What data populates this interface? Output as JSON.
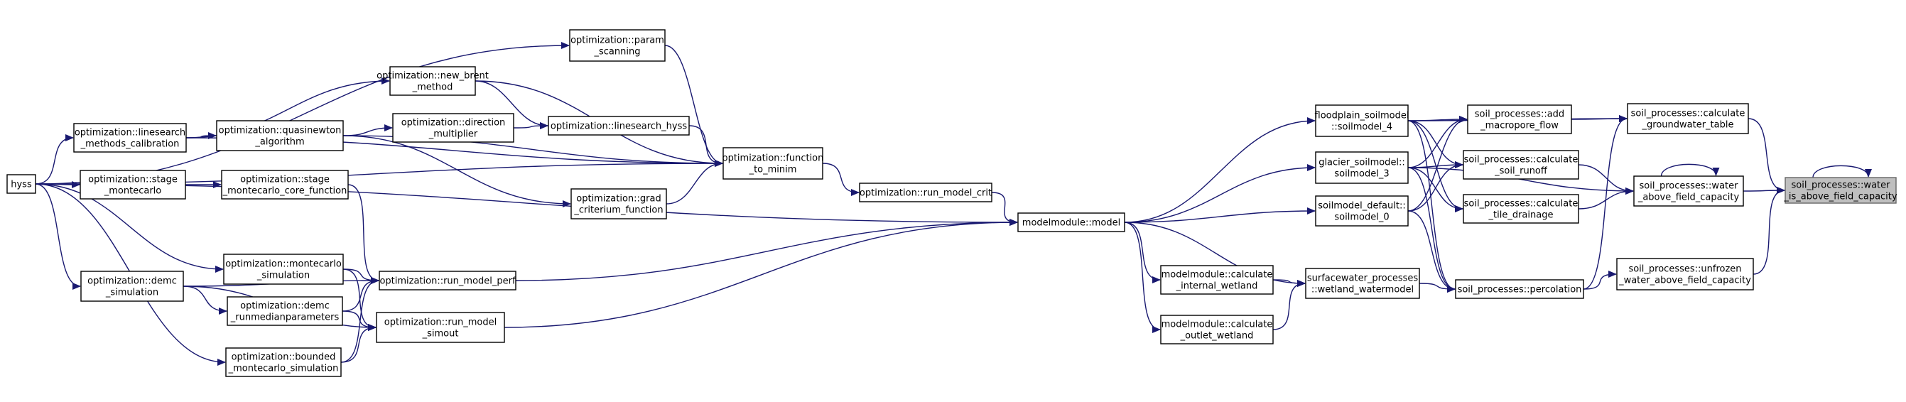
{
  "diagram": {
    "type": "call-graph",
    "nodes": [
      {
        "id": "water",
        "lines": [
          "soil_processes::water",
          "_is_above_field_capacity"
        ],
        "focus": true
      },
      {
        "id": "hyss",
        "lines": [
          "hyss"
        ]
      },
      {
        "id": "param",
        "lines": [
          "optimization::param",
          "_scanning"
        ]
      },
      {
        "id": "linesearch_cal",
        "lines": [
          "optimization::linesearch",
          "_methods_calibration"
        ]
      },
      {
        "id": "new_brent",
        "lines": [
          "optimization::new_brent",
          "_method"
        ]
      },
      {
        "id": "quasinewton",
        "lines": [
          "optimization::quasinewton",
          "_algorithm"
        ]
      },
      {
        "id": "direction",
        "lines": [
          "optimization::direction",
          "_multiplier"
        ]
      },
      {
        "id": "ls_hyss",
        "lines": [
          "optimization::linesearch_hyss"
        ]
      },
      {
        "id": "stage_mc",
        "lines": [
          "optimization::stage",
          "_montecarlo"
        ]
      },
      {
        "id": "stage_mc_core",
        "lines": [
          "optimization::stage",
          "_montecarlo_core_function"
        ]
      },
      {
        "id": "function_to_minim",
        "lines": [
          "optimization::function",
          "_to_minim"
        ]
      },
      {
        "id": "grad",
        "lines": [
          "optimization::grad",
          "_criterium_function"
        ]
      },
      {
        "id": "run_model_crit",
        "lines": [
          "optimization::run_model_crit"
        ]
      },
      {
        "id": "montecarlo_sim",
        "lines": [
          "optimization::montecarlo",
          "_simulation"
        ]
      },
      {
        "id": "demc_sim",
        "lines": [
          "optimization::demc",
          "_simulation"
        ]
      },
      {
        "id": "run_model_perf",
        "lines": [
          "optimization::run_model_perf"
        ]
      },
      {
        "id": "demc_runmedian",
        "lines": [
          "optimization::demc",
          "_runmedianparameters"
        ]
      },
      {
        "id": "run_model_simout",
        "lines": [
          "optimization::run_model",
          "_simout"
        ]
      },
      {
        "id": "bounded_mc",
        "lines": [
          "optimization::bounded",
          "_montecarlo_simulation"
        ]
      },
      {
        "id": "model",
        "lines": [
          "modelmodule::model"
        ]
      },
      {
        "id": "calc_internal",
        "lines": [
          "modelmodule::calculate",
          "_internal_wetland"
        ]
      },
      {
        "id": "calc_outlet",
        "lines": [
          "modelmodule::calculate",
          "_outlet_wetland"
        ]
      },
      {
        "id": "floodplain",
        "lines": [
          "floodplain_soilmodel",
          "::soilmodel_4"
        ]
      },
      {
        "id": "glacier",
        "lines": [
          "glacier_soilmodel::",
          "soilmodel_3"
        ]
      },
      {
        "id": "default",
        "lines": [
          "soilmodel_default::",
          "soilmodel_0"
        ]
      },
      {
        "id": "surfacewater",
        "lines": [
          "surfacewater_processes",
          "::wetland_watermodel"
        ]
      },
      {
        "id": "add_macropore",
        "lines": [
          "soil_processes::add",
          "_macropore_flow"
        ]
      },
      {
        "id": "calc_soil_runoff",
        "lines": [
          "soil_processes::calculate",
          "_soil_runoff"
        ]
      },
      {
        "id": "calc_tile",
        "lines": [
          "soil_processes::calculate",
          "_tile_drainage"
        ]
      },
      {
        "id": "percolation",
        "lines": [
          "soil_processes::percolation"
        ]
      },
      {
        "id": "calc_gw",
        "lines": [
          "soil_processes::calculate",
          "_groundwater_table"
        ]
      },
      {
        "id": "water_above",
        "lines": [
          "soil_processes::water",
          "_above_field_capacity"
        ]
      },
      {
        "id": "unfrozen",
        "lines": [
          "soil_processes::unfrozen",
          "_water_above_field_capacity"
        ]
      }
    ],
    "edges": [
      [
        "calc_gw",
        "water"
      ],
      [
        "water_above",
        "water"
      ],
      [
        "unfrozen",
        "water"
      ],
      [
        "water",
        "water"
      ],
      [
        "floodplain",
        "calc_gw"
      ],
      [
        "add_macropore",
        "calc_gw"
      ],
      [
        "percolation",
        "calc_gw"
      ],
      [
        "glacier",
        "water_above"
      ],
      [
        "calc_soil_runoff",
        "water_above"
      ],
      [
        "calc_tile",
        "water_above"
      ],
      [
        "water_above",
        "water_above"
      ],
      [
        "percolation",
        "unfrozen"
      ],
      [
        "floodplain",
        "add_macropore"
      ],
      [
        "glacier",
        "add_macropore"
      ],
      [
        "default",
        "add_macropore"
      ],
      [
        "floodplain",
        "calc_soil_runoff"
      ],
      [
        "glacier",
        "calc_soil_runoff"
      ],
      [
        "default",
        "calc_soil_runoff"
      ],
      [
        "floodplain",
        "calc_tile"
      ],
      [
        "glacier",
        "calc_tile"
      ],
      [
        "floodplain",
        "percolation"
      ],
      [
        "glacier",
        "percolation"
      ],
      [
        "default",
        "percolation"
      ],
      [
        "surfacewater",
        "percolation"
      ],
      [
        "model",
        "floodplain"
      ],
      [
        "model",
        "glacier"
      ],
      [
        "model",
        "default"
      ],
      [
        "model",
        "surfacewater"
      ],
      [
        "model",
        "calc_internal"
      ],
      [
        "model",
        "calc_outlet"
      ],
      [
        "calc_internal",
        "surfacewater"
      ],
      [
        "calc_outlet",
        "surfacewater"
      ],
      [
        "run_model_crit",
        "model"
      ],
      [
        "run_model_perf",
        "model"
      ],
      [
        "run_model_simout",
        "model"
      ],
      [
        "hyss",
        "model"
      ],
      [
        "function_to_minim",
        "run_model_crit"
      ],
      [
        "param",
        "function_to_minim"
      ],
      [
        "new_brent",
        "function_to_minim"
      ],
      [
        "ls_hyss",
        "function_to_minim"
      ],
      [
        "quasinewton",
        "function_to_minim"
      ],
      [
        "grad",
        "function_to_minim"
      ],
      [
        "hyss",
        "function_to_minim"
      ],
      [
        "linesearch_cal",
        "function_to_minim"
      ],
      [
        "new_brent",
        "ls_hyss"
      ],
      [
        "direction",
        "ls_hyss"
      ],
      [
        "quasinewton",
        "direction"
      ],
      [
        "quasinewton",
        "grad"
      ],
      [
        "linesearch_cal",
        "new_brent"
      ],
      [
        "linesearch_cal",
        "quasinewton"
      ],
      [
        "stage_mc",
        "stage_mc_core"
      ],
      [
        "stage_mc_core",
        "run_model_perf"
      ],
      [
        "montecarlo_sim",
        "run_model_perf"
      ],
      [
        "montecarlo_sim",
        "run_model_simout"
      ],
      [
        "demc_sim",
        "run_model_perf"
      ],
      [
        "demc_runmedian",
        "run_model_perf"
      ],
      [
        "demc_runmedian",
        "run_model_simout"
      ],
      [
        "bounded_mc",
        "run_model_perf"
      ],
      [
        "bounded_mc",
        "run_model_simout"
      ],
      [
        "demc_sim",
        "run_model_simout"
      ],
      [
        "demc_sim",
        "demc_runmedian"
      ],
      [
        "hyss",
        "param"
      ],
      [
        "hyss",
        "linesearch_cal"
      ],
      [
        "hyss",
        "stage_mc"
      ],
      [
        "hyss",
        "demc_sim"
      ],
      [
        "hyss",
        "montecarlo_sim"
      ],
      [
        "hyss",
        "bounded_mc"
      ]
    ]
  }
}
